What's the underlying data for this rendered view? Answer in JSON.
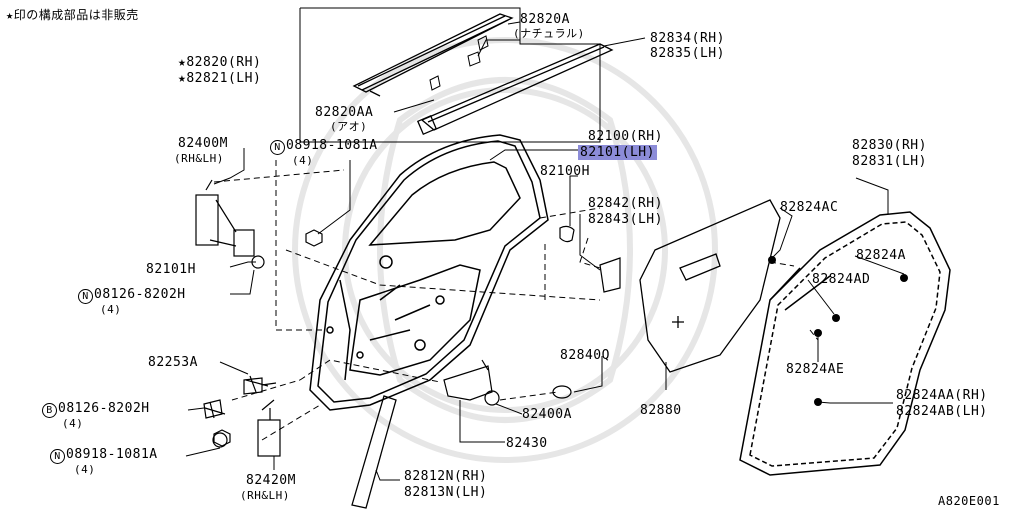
{
  "diagram": {
    "note": "★印の構成部品は非販売",
    "figure_code": "A820E001",
    "labels": {
      "p82820_rh": "★82820(RH)",
      "p82821_lh": "★82821(LH)",
      "p82820a": "82820A",
      "p82820a_sub": "(ナチュラル)",
      "p82820aa": "82820AA",
      "p82820aa_sub": "(アオ)",
      "p82834_rh": "82834(RH)",
      "p82835_lh": "82835(LH)",
      "p82400m": "82400M",
      "p82400m_sub": "(RH&LH)",
      "n_symbol": "N",
      "b_symbol": "B",
      "p08918_top": "08918-1081A",
      "p08918_top_qty": "(4)",
      "p82100_rh": "82100(RH)",
      "p82101_lh": "82101(LH)",
      "p82100h": "82100H",
      "p82842_rh": "82842(RH)",
      "p82843_lh": "82843(LH)",
      "p82824ac": "82824AC",
      "p82830_rh": "82830(RH)",
      "p82831_lh": "82831(LH)",
      "p82824a": "82824A",
      "p82824ad": "82824AD",
      "p82101h": "82101H",
      "p08126_a": "08126-8202H",
      "p08126_a_qty": "(4)",
      "p82824ae": "82824AE",
      "p82253a": "82253A",
      "p82840q": "82840Q",
      "p08126_b": "08126-8202H",
      "p08126_b_qty": "(4)",
      "p82880": "82880",
      "p82824aa_rh": "82824AA(RH)",
      "p82824ab_lh": "82824AB(LH)",
      "p82400a": "82400A",
      "p08918_bot": "08918-1081A",
      "p08918_bot_qty": "(4)",
      "p82430": "82430",
      "p82420m": "82420M",
      "p82420m_sub": "(RH&LH)",
      "p82812n_rh": "82812N(RH)",
      "p82813n_lh": "82813N(LH)"
    },
    "colors": {
      "highlight": "#8c8cd8",
      "line": "#000000",
      "watermark": "#e6e6e6"
    }
  }
}
